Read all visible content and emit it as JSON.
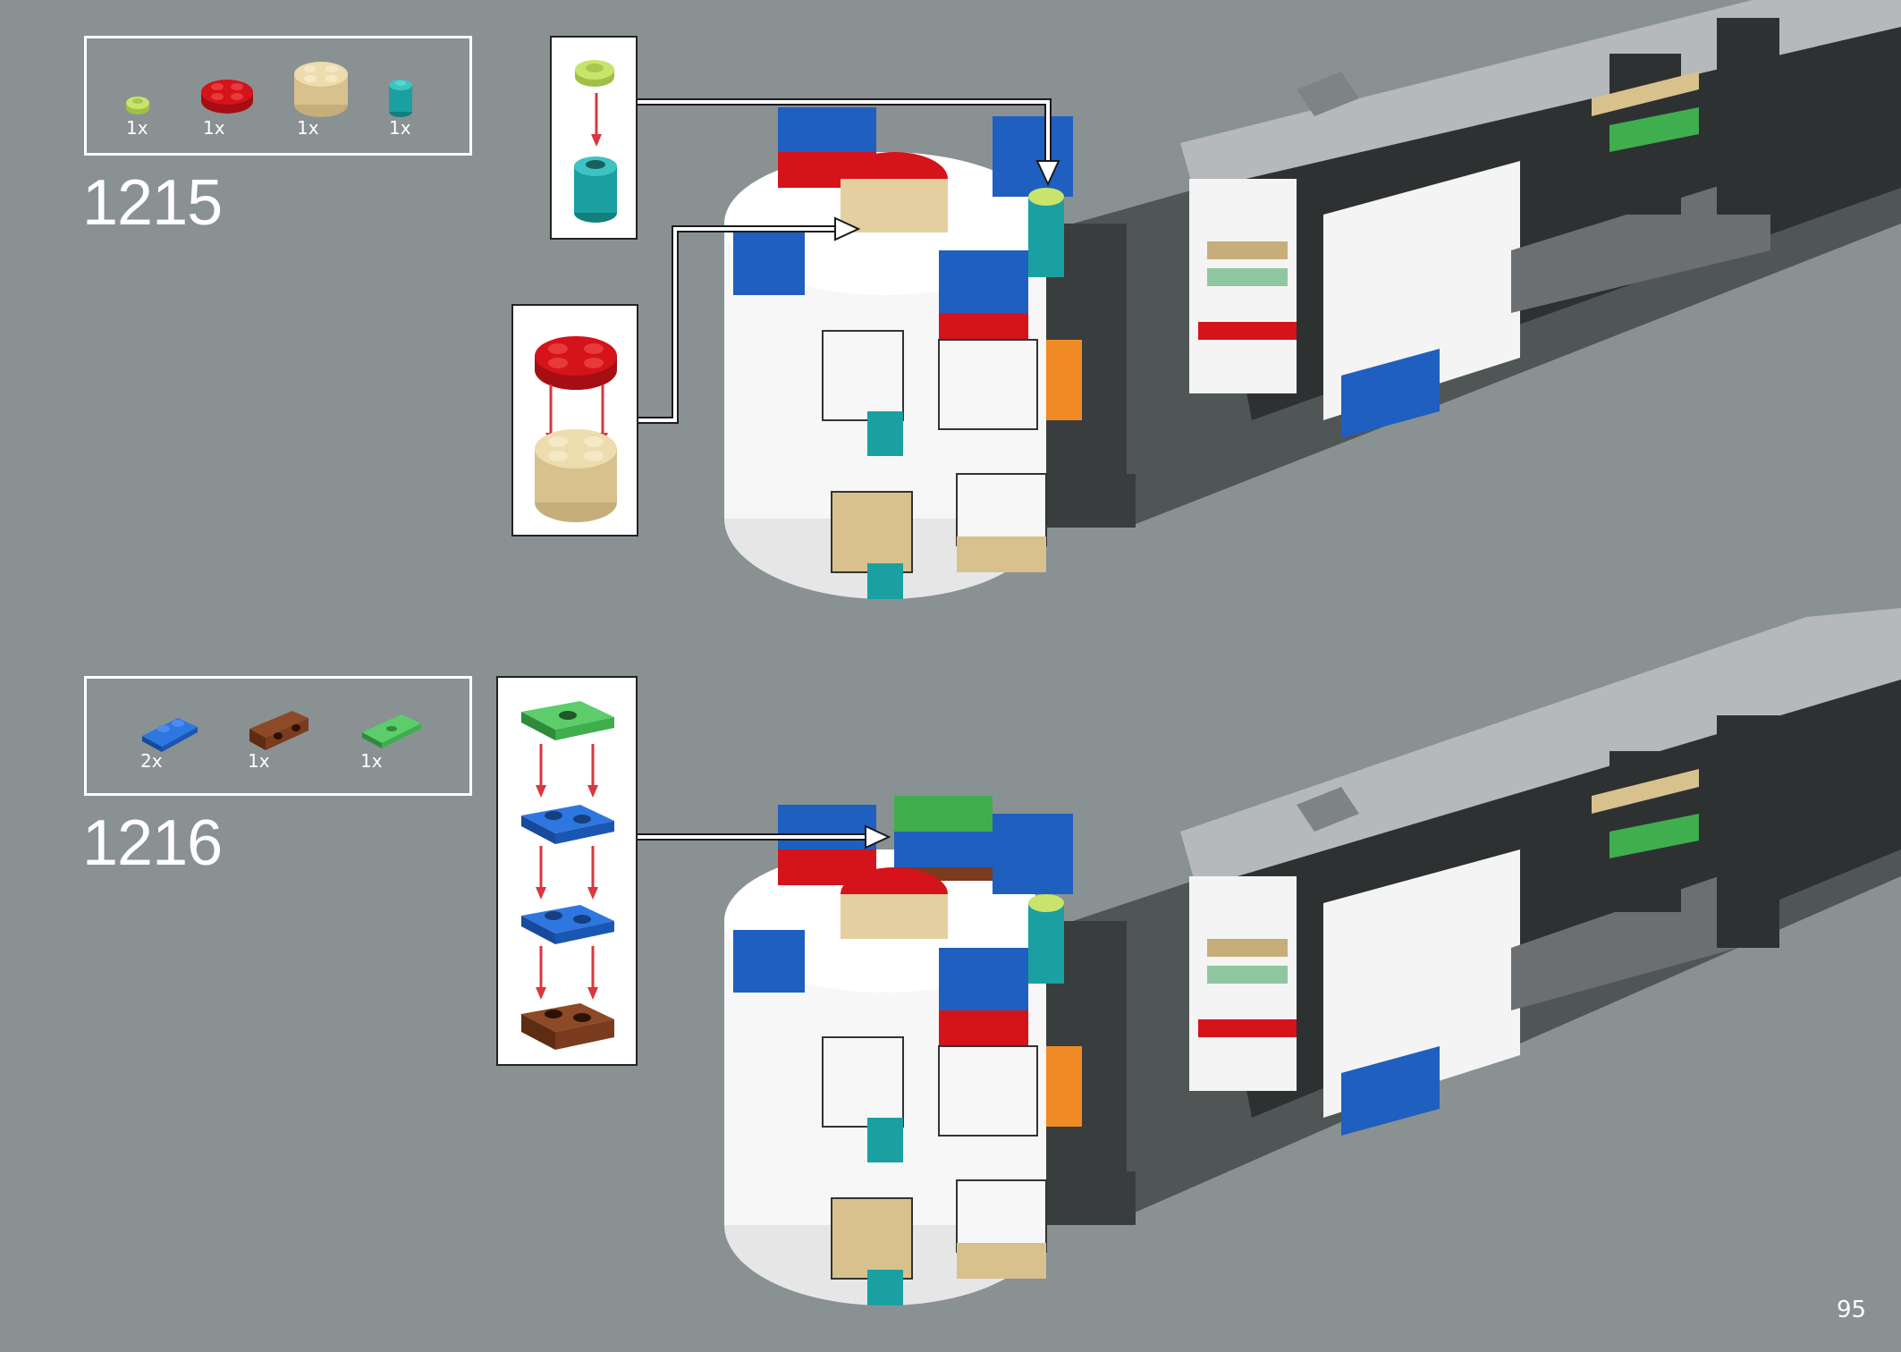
{
  "page": {
    "number": "95",
    "background": "#8a9193"
  },
  "steps": [
    {
      "number": "1215",
      "parts": [
        {
          "icon": "lime-round-plate-1x1",
          "qty": "1x",
          "color": "#b7d75a"
        },
        {
          "icon": "red-round-plate-2x2",
          "qty": "1x",
          "color": "#d4131a"
        },
        {
          "icon": "tan-round-brick-2x2",
          "qty": "1x",
          "color": "#e3cfa0"
        },
        {
          "icon": "teal-round-brick-1x1",
          "qty": "1x",
          "color": "#1aa0a0"
        }
      ]
    },
    {
      "number": "1216",
      "parts": [
        {
          "icon": "blue-plate-1x2",
          "qty": "2x",
          "color": "#1f5fbf"
        },
        {
          "icon": "brown-bracket-1x2",
          "qty": "1x",
          "color": "#7a3b1e"
        },
        {
          "icon": "green-jumper-plate-1x2",
          "qty": "1x",
          "color": "#3fae4f"
        }
      ]
    }
  ]
}
